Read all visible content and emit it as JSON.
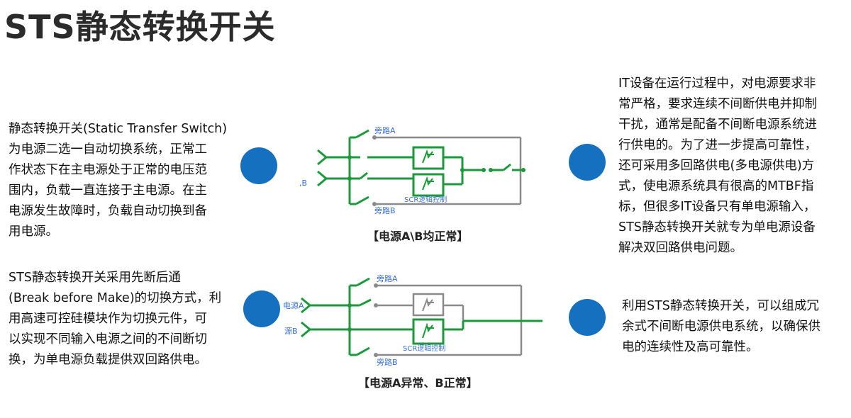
{
  "title": "STS静态转换开关",
  "left": {
    "para1": [
      "静态转换开关(Static Transfer Switch)",
      "为电源二选一自动切换系统，正常工",
      "作状态下在主电源处于正常的电压范",
      "围内，负载一直连接于主电源。在主",
      "电源发生故障时，负载自动切换到备",
      "用电源。"
    ],
    "para2": [
      "STS静态转换开关采用先断后通",
      "(Break before Make)的切换方式，利",
      "用高速可控硅模块作为切换元件，可",
      "以实现不同输入电源之间的不间断切",
      "换，为单电源负载提供双回路供电。"
    ]
  },
  "right": {
    "para1": [
      "IT设备在运行过程中，对电源要求非",
      "常严格，要求连续不间断供电并抑制",
      "干扰，通常是配备不间断电源系统进",
      "行供电的。为了进一步提高可靠性，",
      "还可采用多回路供电(多电源供电)方",
      "式，使电源系统具有很高的MTBF指",
      "标，但很多IT设备只有单电源输入，",
      "STS静态转换开关就专为单电源设备",
      "解决双回路供电问题。"
    ],
    "para2": [
      "利用STS静态转换开关，可以组成冗",
      "余式不间断电源供电系统，以确保供",
      "电的连续性及高可靠性。"
    ]
  },
  "diagram1": {
    "bypass_a": "旁路A",
    "bypass_b": "旁路B",
    "scr_label": "SCR逻辑控制",
    "src_b_label": ",B",
    "caption": "【电源A\\B均正常】"
  },
  "diagram2": {
    "bypass_a": "旁路A",
    "bypass_b": "旁路B",
    "scr_label": "SCR逻辑控制",
    "src_a_label": "电源A",
    "src_b_label": "源B",
    "caption": "【电源A异常、B正常】"
  },
  "colors": {
    "accent_dot": "#1670c0",
    "active_line": "#1a9a3a",
    "inactive_line": "#8a8a8a",
    "label_blue": "#3a6fd8"
  }
}
